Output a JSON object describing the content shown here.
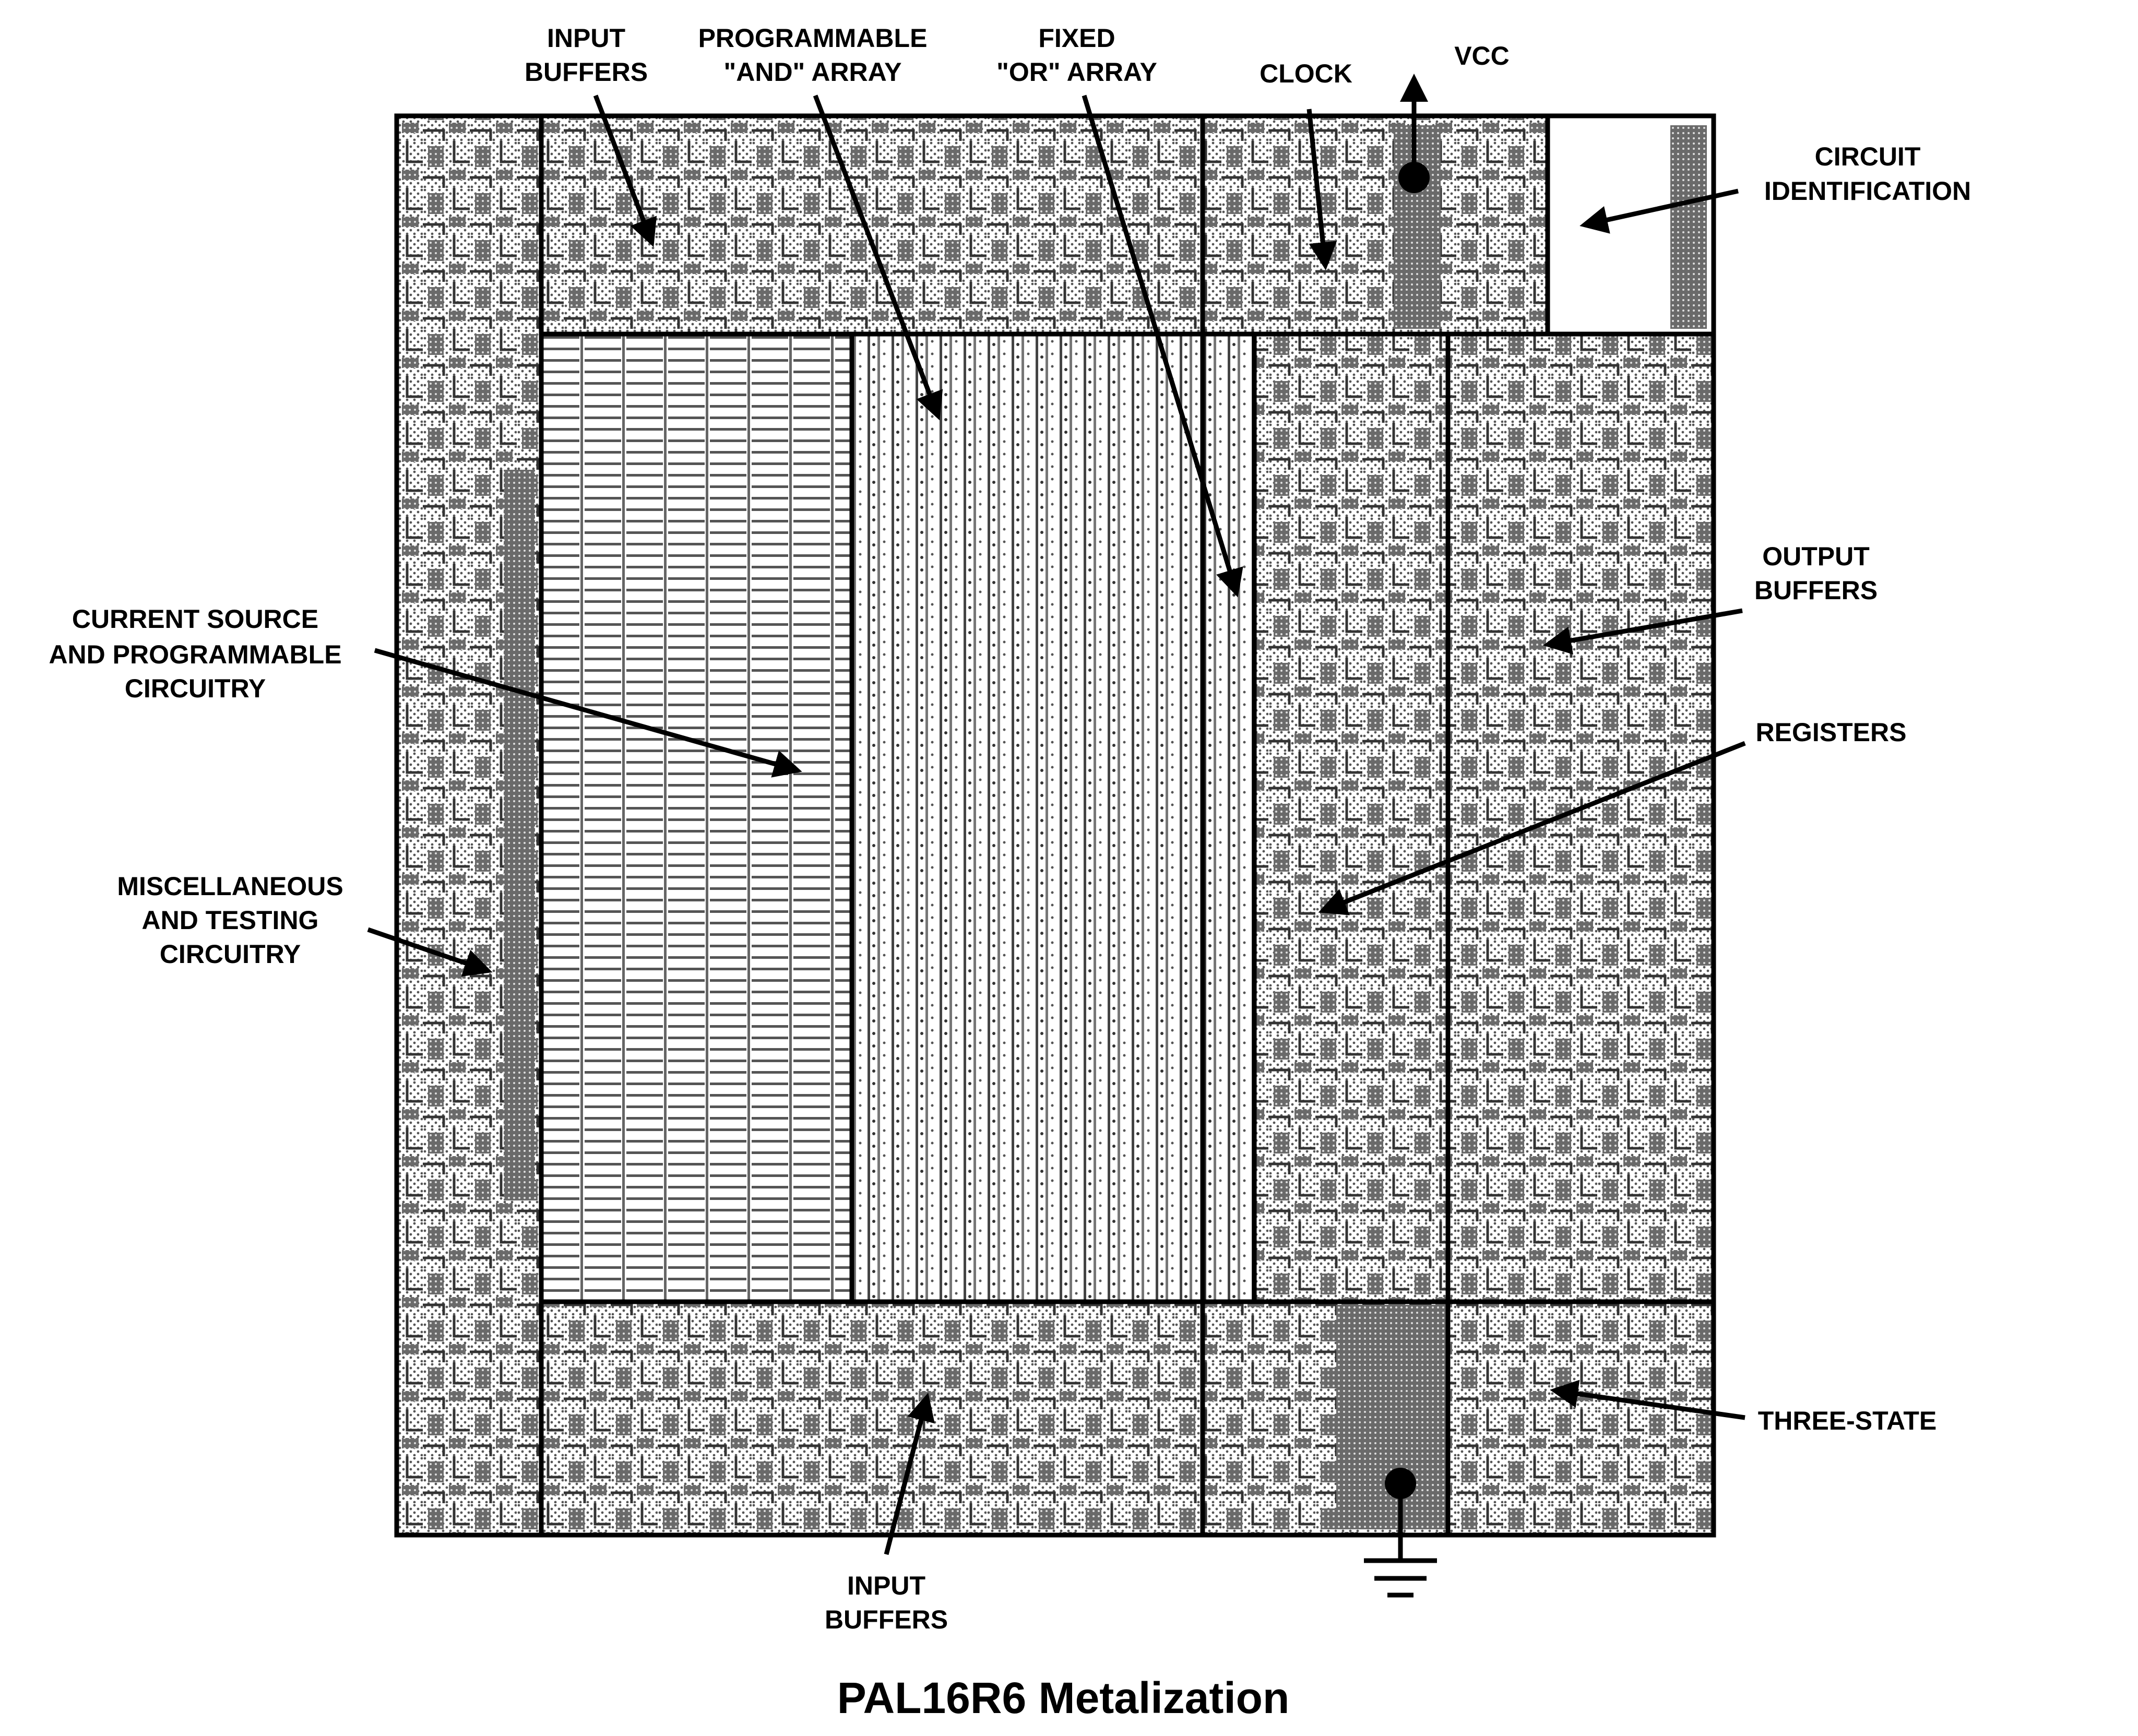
{
  "title": "PAL16R6 Metalization",
  "labels": {
    "input_buffers_top": [
      "INPUT",
      "BUFFERS"
    ],
    "and_array": [
      "PROGRAMMABLE",
      "\"AND\" ARRAY"
    ],
    "or_array": [
      "FIXED",
      "\"OR\" ARRAY"
    ],
    "clock": "CLOCK",
    "vcc": "VCC",
    "circuit_id": [
      "CIRCUIT",
      "IDENTIFICATION"
    ],
    "output_buffers": [
      "OUTPUT",
      "BUFFERS"
    ],
    "registers": "REGISTERS",
    "three_state": "THREE-STATE",
    "current_source": [
      "CURRENT SOURCE",
      "AND PROGRAMMABLE",
      "CIRCUITRY"
    ],
    "misc": [
      "MISCELLANEOUS",
      "AND TESTING",
      "CIRCUITRY"
    ],
    "input_buffers_bottom": [
      "INPUT",
      "BUFFERS"
    ]
  },
  "colors": {
    "ink": "#000000",
    "metal": "#8a8a8a",
    "paper": "#ffffff"
  }
}
